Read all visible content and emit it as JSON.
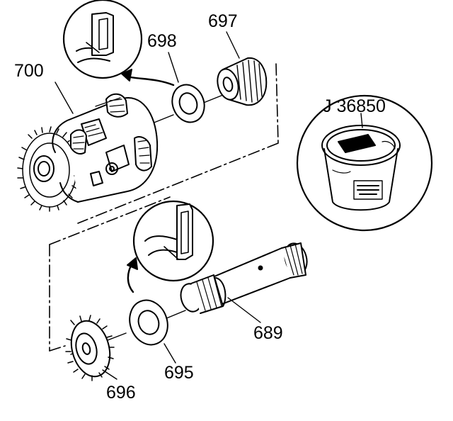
{
  "callouts": {
    "c700": "700",
    "c698": "698",
    "c697": "697",
    "c689": "689",
    "c695": "695",
    "c696": "696",
    "tool": "J 36850"
  },
  "icons": {
    "differential_case": "differential-case-icon",
    "thrust_washer": "thrust-washer-icon",
    "side_gear": "side-gear-icon",
    "output_shaft": "output-shaft-icon",
    "grease_container": "grease-container-icon",
    "washer_tab_detail": "washer-tab-detail-icon"
  },
  "colors": {
    "line": "#000000",
    "background": "#ffffff"
  }
}
